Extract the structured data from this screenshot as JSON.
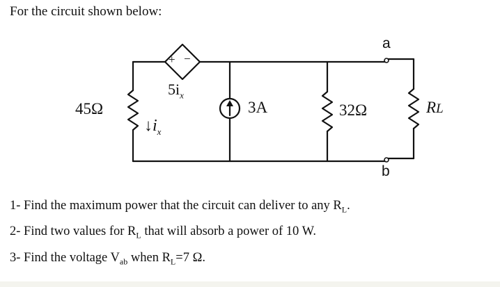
{
  "problem": {
    "intro": "For the circuit shown below:",
    "questions": [
      {
        "before": "1- Find the maximum power that the circuit can deliver to any R",
        "sub": "L",
        "after": "."
      },
      {
        "before": "2- Find two values for R",
        "sub": "L",
        "after": " that will absorb a power of 10 W."
      },
      {
        "before": "3- Find the voltage V",
        "sub": "ab",
        "mid": " when R",
        "sub2": "L",
        "after": "=7 Ω."
      }
    ]
  },
  "circuit": {
    "r1_label": "45Ω",
    "dep_source_symbols": {
      "plus": "+",
      "minus": "−"
    },
    "dep_source_gain": "5i",
    "dep_source_sub": "x",
    "ix_arrow": "↓",
    "ix_name": "i",
    "ix_sub": "x",
    "current_source_label": "3A",
    "r2_label": "32Ω",
    "rl_label": "R",
    "rl_sub": "L",
    "terminal_a": "a",
    "terminal_b": "b"
  }
}
